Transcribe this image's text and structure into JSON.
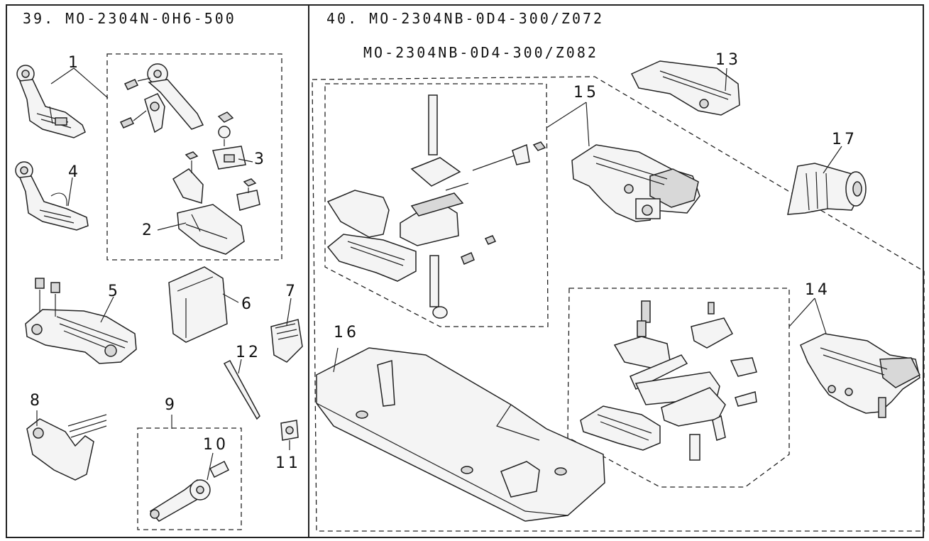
{
  "left_panel": {
    "title": "39. MO-2304N-0H6-500",
    "labels": [
      "1",
      "2",
      "3",
      "4",
      "5",
      "6",
      "7",
      "8",
      "9",
      "10",
      "11",
      "12"
    ]
  },
  "right_panel": {
    "title_line1": "40. MO-2304NB-0D4-300/Z072",
    "title_line2": "MO-2304NB-0D4-300/Z082",
    "labels": [
      "13",
      "14",
      "15",
      "16",
      "17"
    ]
  }
}
